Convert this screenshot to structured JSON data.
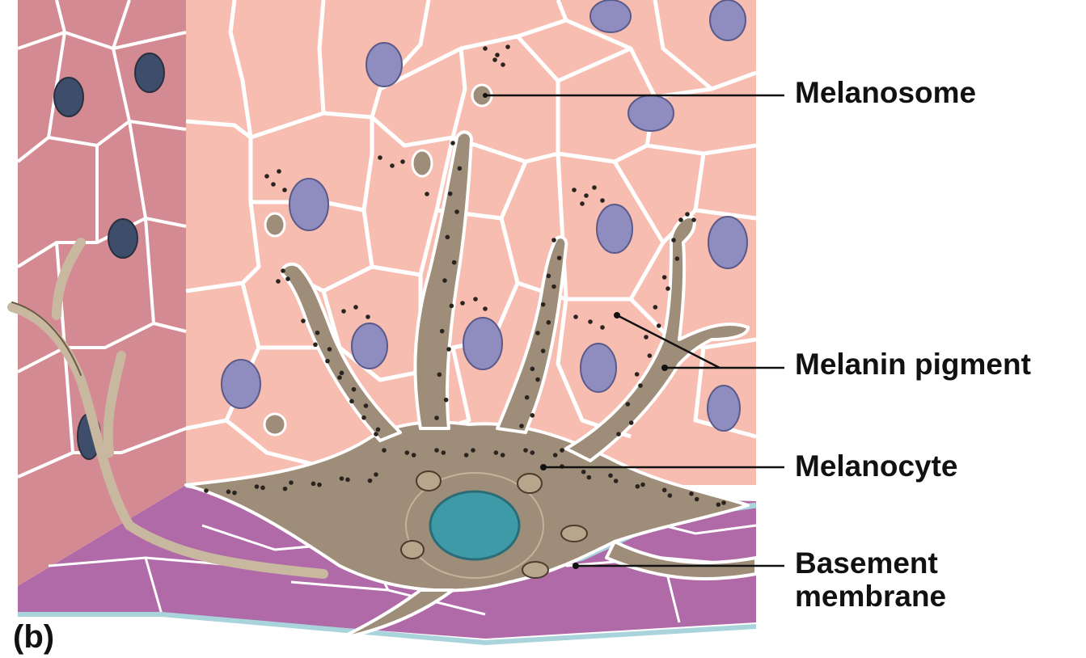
{
  "labels": {
    "melanosome": "Melanosome",
    "melanin_pigment": "Melanin pigment",
    "melanocyte": "Melanocyte",
    "basement_membrane_line1": "Basement",
    "basement_membrane_line2": "membrane"
  },
  "panel_letter": "(b)",
  "colors": {
    "keratinocyte_fill": "#f7bdb0",
    "side_face_fill": "#d48a92",
    "cell_border": "#ffffff",
    "cell_outline": "#6b4a4a",
    "nucleus_fill": "#8f8cc0",
    "side_nucleus_fill": "#3e4d6a",
    "melanocyte_fill": "#9e8d78",
    "melanocyte_nucleus": "#3f9aa7",
    "basal_layer_fill": "#b06aa8",
    "basement_membrane": "#a9d4dc",
    "pigment_dot": "#2a2420",
    "leader_line": "#111111"
  }
}
